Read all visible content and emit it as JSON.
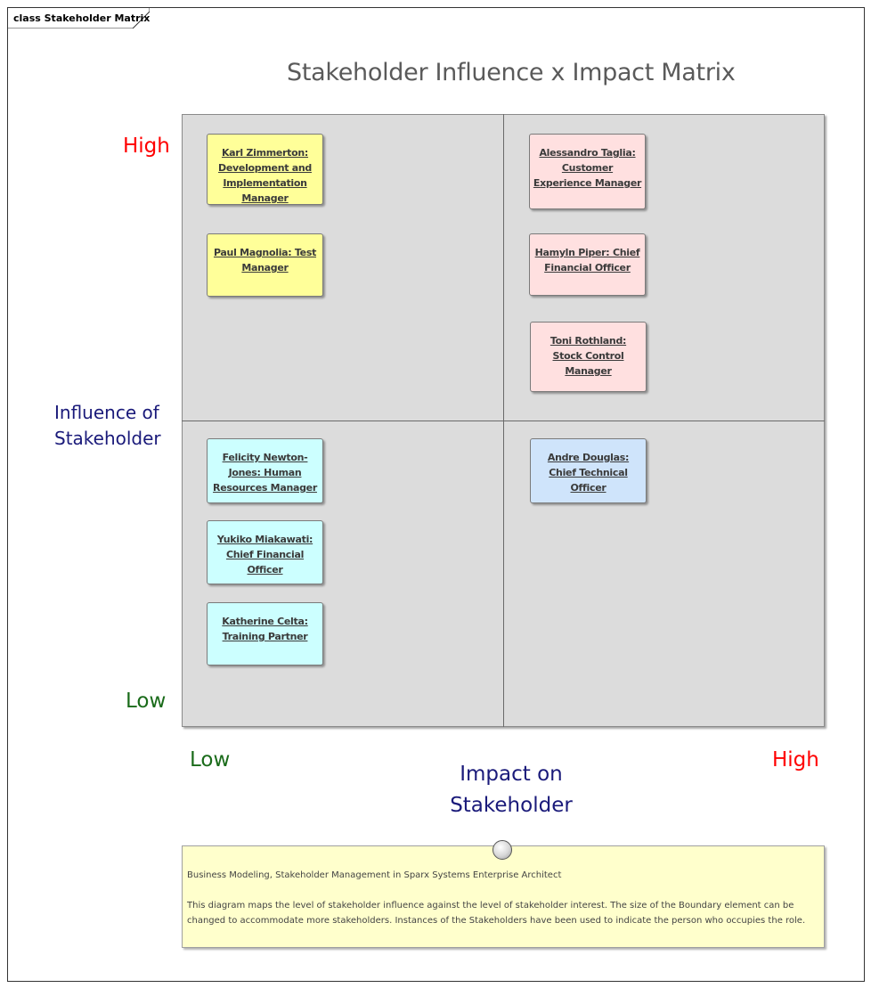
{
  "frame": {
    "label": "class Stakeholder Matrix"
  },
  "title": "Stakeholder Influence x Impact Matrix",
  "axes": {
    "y_high": "High",
    "y_low": "Low",
    "y_title_line1": "Influence of",
    "y_title_line2": "Stakeholder",
    "x_low": "Low",
    "x_high": "High",
    "x_title_line1": "Impact on",
    "x_title_line2": "Stakeholder"
  },
  "colors": {
    "high_label": "#ff0000",
    "low_label": "#1a6b1a",
    "axis_title": "#1a1a7a",
    "high_influence_low_impact": "#ffff99",
    "high_influence_high_impact": "#ffe0e0",
    "low_influence_low_impact": "#ccffff",
    "low_influence_high_impact": "#cfe4fb"
  },
  "stakeholders": [
    {
      "name": "Karl Zimmerton: Development and Implementation Manager",
      "quadrant": "high-influence-low-impact"
    },
    {
      "name": "Paul Magnolia: Test Manager",
      "quadrant": "high-influence-low-impact"
    },
    {
      "name": "Alessandro Taglia: Customer Experience Manager",
      "quadrant": "high-influence-high-impact"
    },
    {
      "name": "Hamyln Piper: Chief Financial Officer",
      "quadrant": "high-influence-high-impact"
    },
    {
      "name": "Toni Rothland: Stock Control Manager",
      "quadrant": "high-influence-high-impact"
    },
    {
      "name": "Felicity Newton-Jones: Human Resources Manager",
      "quadrant": "low-influence-low-impact"
    },
    {
      "name": "Yukiko Miakawati: Chief Financial Officer",
      "quadrant": "low-influence-low-impact"
    },
    {
      "name": "Katherine Celta: Training Partner",
      "quadrant": "low-influence-low-impact"
    },
    {
      "name": "Andre Douglas: Chief Technical Officer",
      "quadrant": "low-influence-high-impact"
    }
  ],
  "note": {
    "line1": "Business Modeling, Stakeholder Management in Sparx Systems Enterprise Architect",
    "line2": "This diagram maps the level of stakeholder influence against the level of stakeholder interest. The size of the Boundary element can be changed to accommodate more stakeholders.  Instances of the Stakeholders have been used to indicate the person who occupies the role."
  }
}
